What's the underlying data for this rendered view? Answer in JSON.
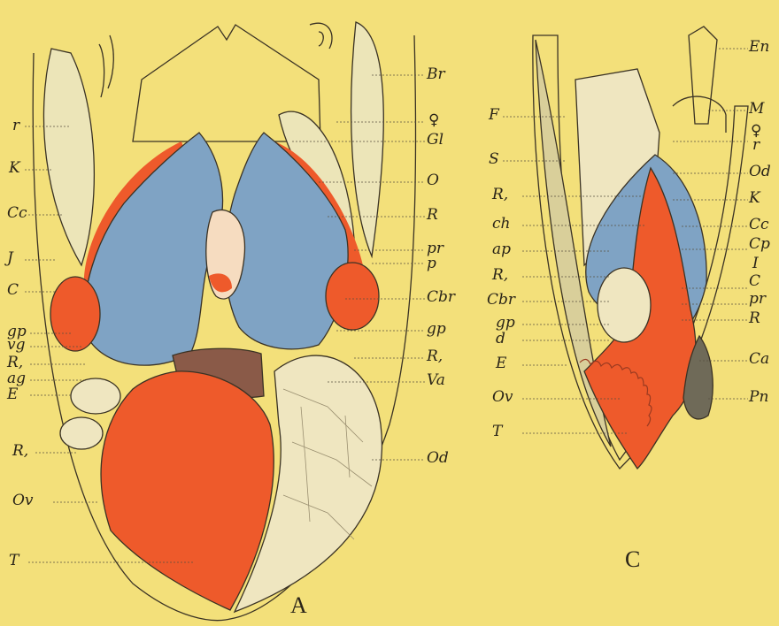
{
  "figure_A": {
    "caption": "A",
    "left_labels": [
      "r",
      "K",
      "Cc",
      "J",
      "C",
      "gp",
      "vg",
      "R,",
      "ag",
      "E",
      "R,",
      "Ov",
      "T"
    ],
    "right_labels": [
      "Br",
      "♀",
      "Gl",
      "O",
      "R",
      "pr",
      "p",
      "Cbr",
      "gp",
      "R,",
      "Va",
      "Od"
    ]
  },
  "figure_C": {
    "caption": "C",
    "left_labels": [
      "F",
      "S",
      "R,",
      "ch",
      "ap",
      "R,",
      "Cbr",
      "gp",
      "d",
      "E",
      "Ov",
      "T"
    ],
    "right_labels": [
      "En",
      "M",
      "♀",
      "r",
      "Od",
      "K",
      "Cc",
      "Cp",
      "I",
      "C",
      "pr",
      "R",
      "Ca",
      "Pn"
    ]
  },
  "colors": {
    "background": "#f3e07a",
    "gill_blue": "#7fa3c4",
    "testis_red": "#ee5a2b",
    "ink": "#2a2418"
  }
}
